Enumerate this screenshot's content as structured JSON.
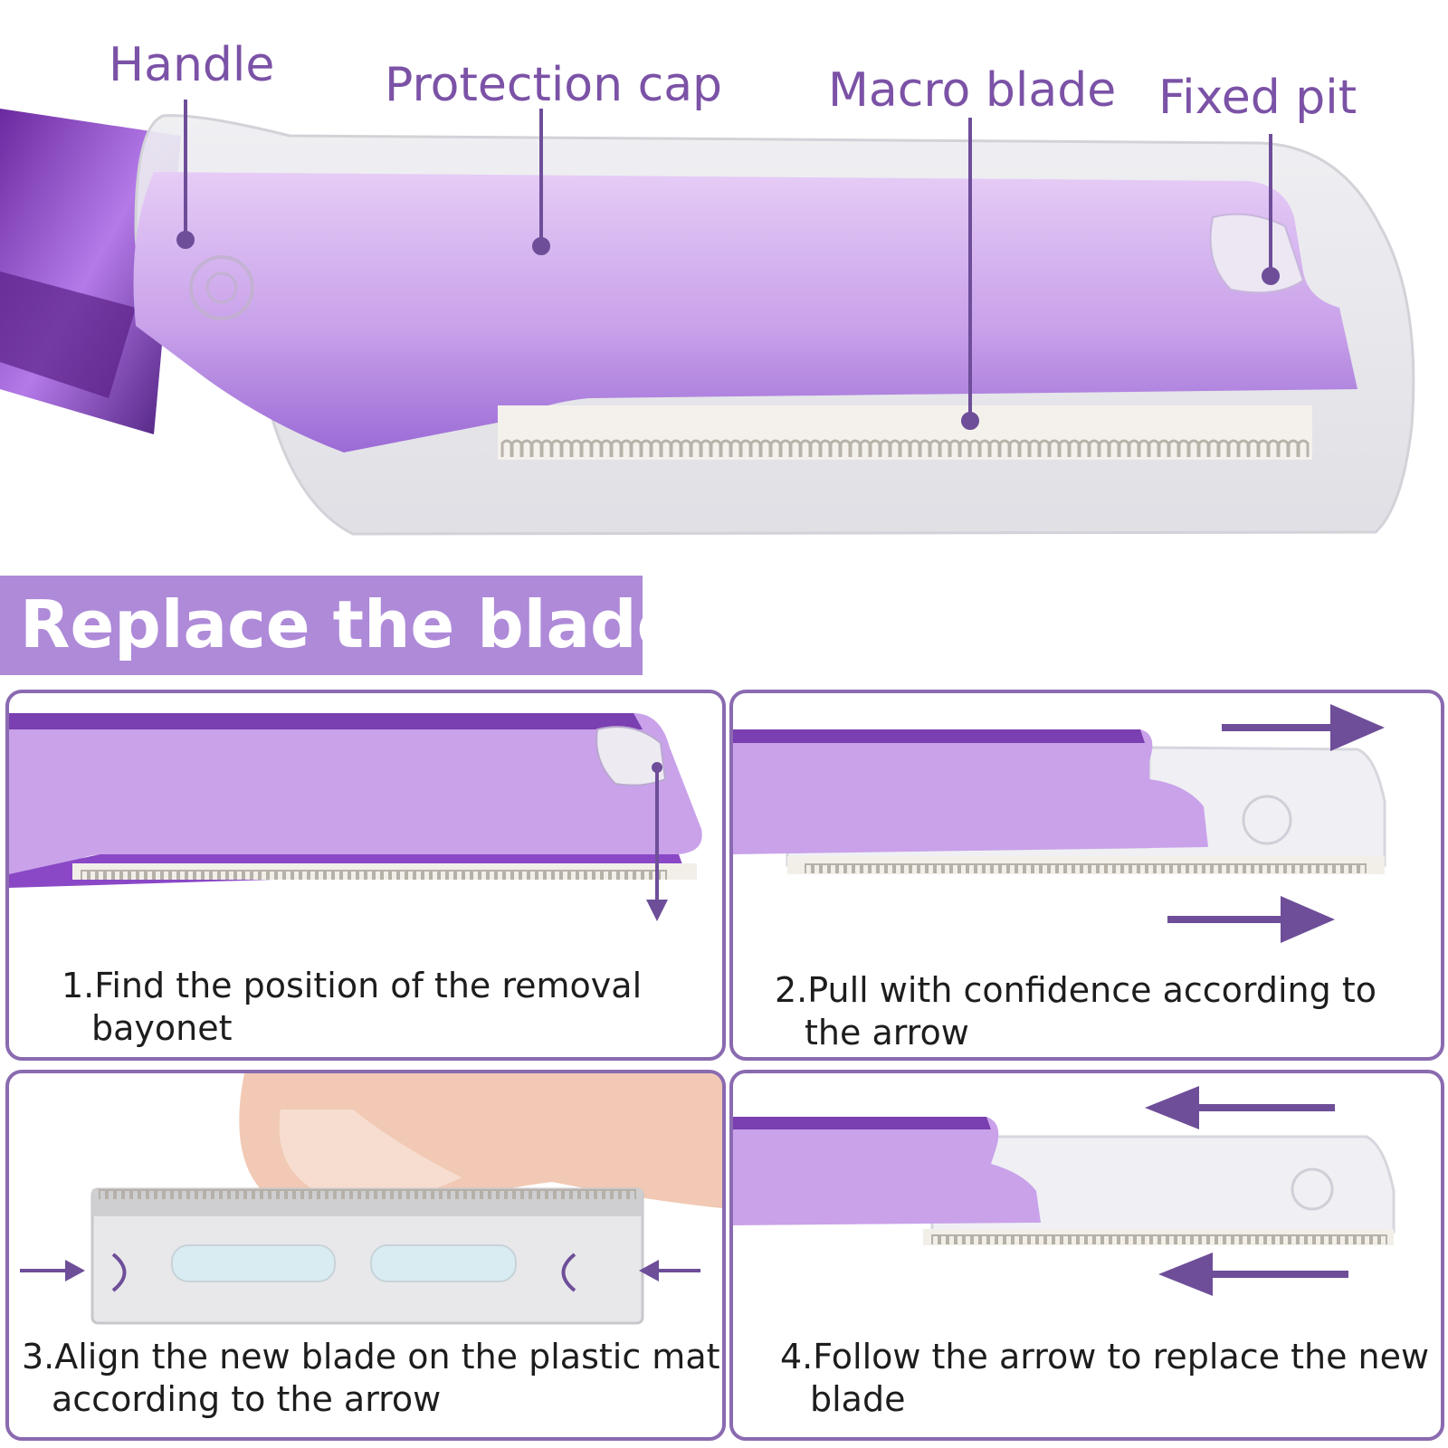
{
  "callouts": {
    "handle": "Handle",
    "protection_cap": "Protection cap",
    "macro_blade": "Macro blade",
    "fixed_pit": "Fixed pit"
  },
  "banner": {
    "title": "Replace the blade"
  },
  "steps": [
    {
      "line1": "1.Find the position of the removal",
      "line2": "bayonet"
    },
    {
      "line1": "2.Pull with confidence according to",
      "line2": "the arrow"
    },
    {
      "line1": "3.Align the new blade on the plastic mat",
      "line2": "according to the arrow"
    },
    {
      "line1": "4.Follow the arrow to replace the new",
      "line2": "blade"
    }
  ],
  "colors": {
    "accent": "#7b52a6",
    "banner": "#ae8ad8",
    "handle_purple": "#c9a6ec",
    "panel_border": "#8a6ab0"
  }
}
